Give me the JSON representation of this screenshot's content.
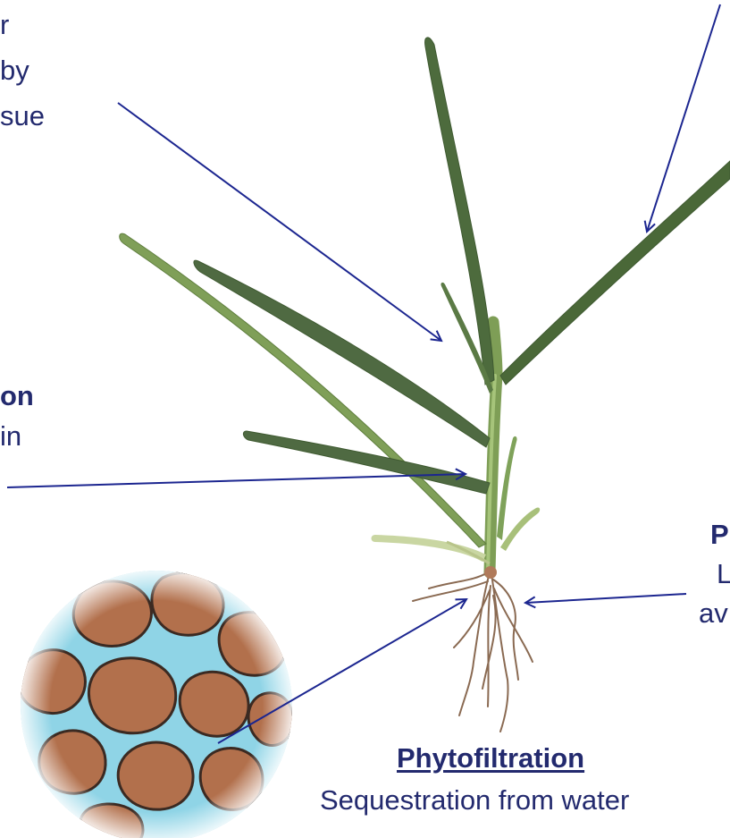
{
  "labels": {
    "top_left_fragment": [
      "r",
      "by",
      "sue"
    ],
    "mid_left_fragment": {
      "title": "on",
      "text": "in"
    },
    "right_fragment": {
      "title": "P",
      "line1": "L",
      "line2": "av"
    },
    "phytofiltration": {
      "title": "Phytofiltration",
      "text": "Sequestration from water"
    }
  },
  "colors": {
    "arrow": "#1c2690",
    "label_text": "#232a6e",
    "soil_water": "#8fd4e6",
    "soil_particle": "#b2704c",
    "soil_particle_outline": "#3b2a22",
    "leaf": "#4a6a3a",
    "stem": "#86a85e",
    "root": "#8a6a52"
  },
  "icons": [
    "soil-water-circle-image",
    "grass-plant-image"
  ]
}
